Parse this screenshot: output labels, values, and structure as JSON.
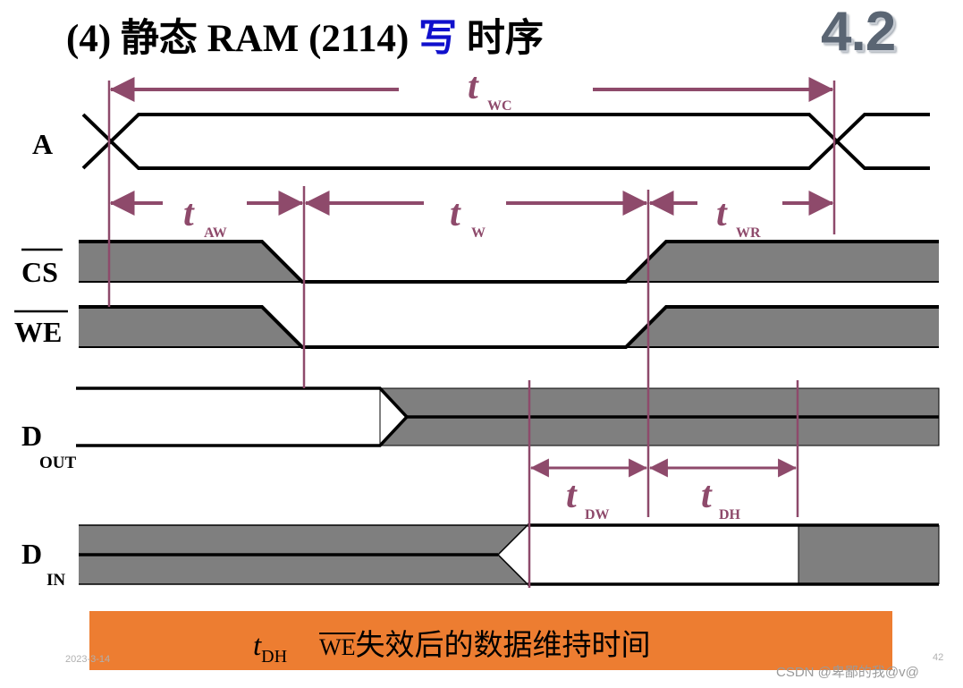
{
  "title": {
    "prefix": "(4) 静态 RAM (2114) ",
    "highlight": "写",
    "suffix": " 时序"
  },
  "slide_badge": "4.2",
  "signals": {
    "a": {
      "main": "A"
    },
    "cs": {
      "main": "CS"
    },
    "we": {
      "main": "WE"
    },
    "dout": {
      "main": "D",
      "sub": "OUT"
    },
    "din": {
      "main": "D",
      "sub": "IN"
    }
  },
  "timings": {
    "twc": {
      "main": "t",
      "sub": "WC"
    },
    "taw": {
      "main": "t",
      "sub": "AW"
    },
    "tw": {
      "main": "t",
      "sub": "W"
    },
    "twr": {
      "main": "t",
      "sub": "WR"
    },
    "tdw": {
      "main": "t",
      "sub": "DW"
    },
    "tdh": {
      "main": "t",
      "sub": "DH"
    }
  },
  "colors": {
    "fill": "#7f7f7f",
    "timing": "#8e4a6b",
    "banner": "#ed7d31",
    "title_highlight": "#1010cc"
  },
  "banner": {
    "symbol": "t",
    "symbol_sub": "DH",
    "signal": "WE",
    "text": "失效后的数据维持时间"
  },
  "footer": {
    "date": "2023-3-14",
    "page": "42",
    "watermark": "CSDN @卑鄙的我@v@"
  }
}
